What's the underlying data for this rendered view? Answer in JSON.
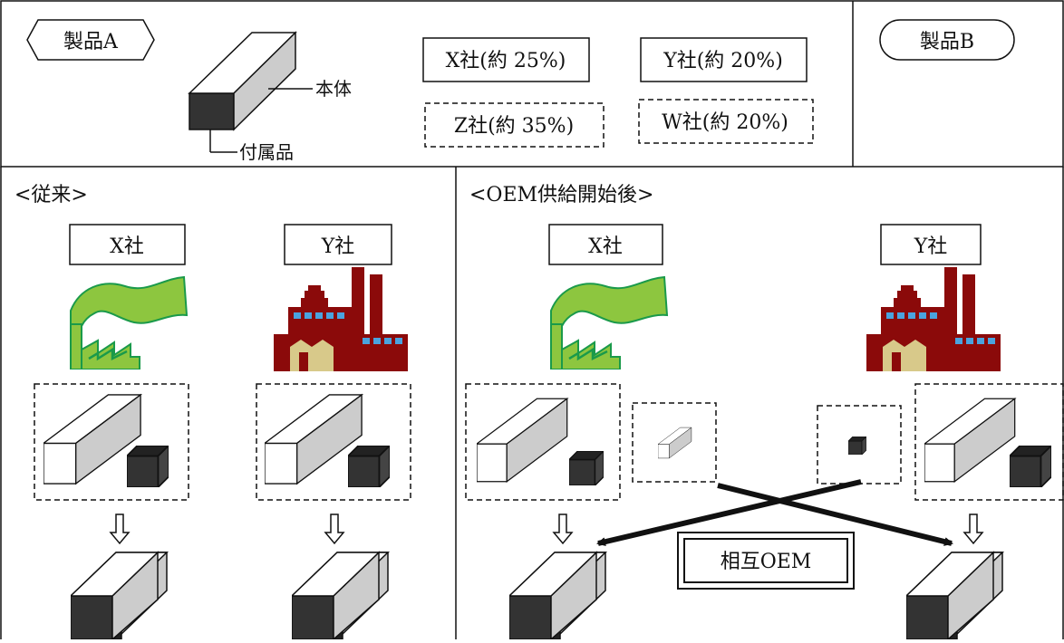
{
  "top": {
    "product_a_label": "製品A",
    "product_b_label": "製品B",
    "body_label": "本体",
    "accessory_label": "付属品",
    "shares": {
      "x": "X社(約 25%)",
      "y": "Y社(約 20%)",
      "z": "Z社(約 35%)",
      "w": "W社(約 20%)"
    }
  },
  "left_panel": {
    "title": "<従来>",
    "company_x": "X社",
    "company_y": "Y社"
  },
  "right_panel": {
    "title": "<OEM供給開始後>",
    "company_x": "X社",
    "company_y": "Y社",
    "mutual_oem": "相互OEM"
  },
  "colors": {
    "line": "#111111",
    "body_side": "#cccccc",
    "accessory": "#333333",
    "factory_green": "#8dc63f",
    "factory_green_edge": "#1a9a4a",
    "factory_red": "#8b0a0a",
    "factory_beige": "#d8c98a",
    "window_blue": "#4aa3df"
  }
}
